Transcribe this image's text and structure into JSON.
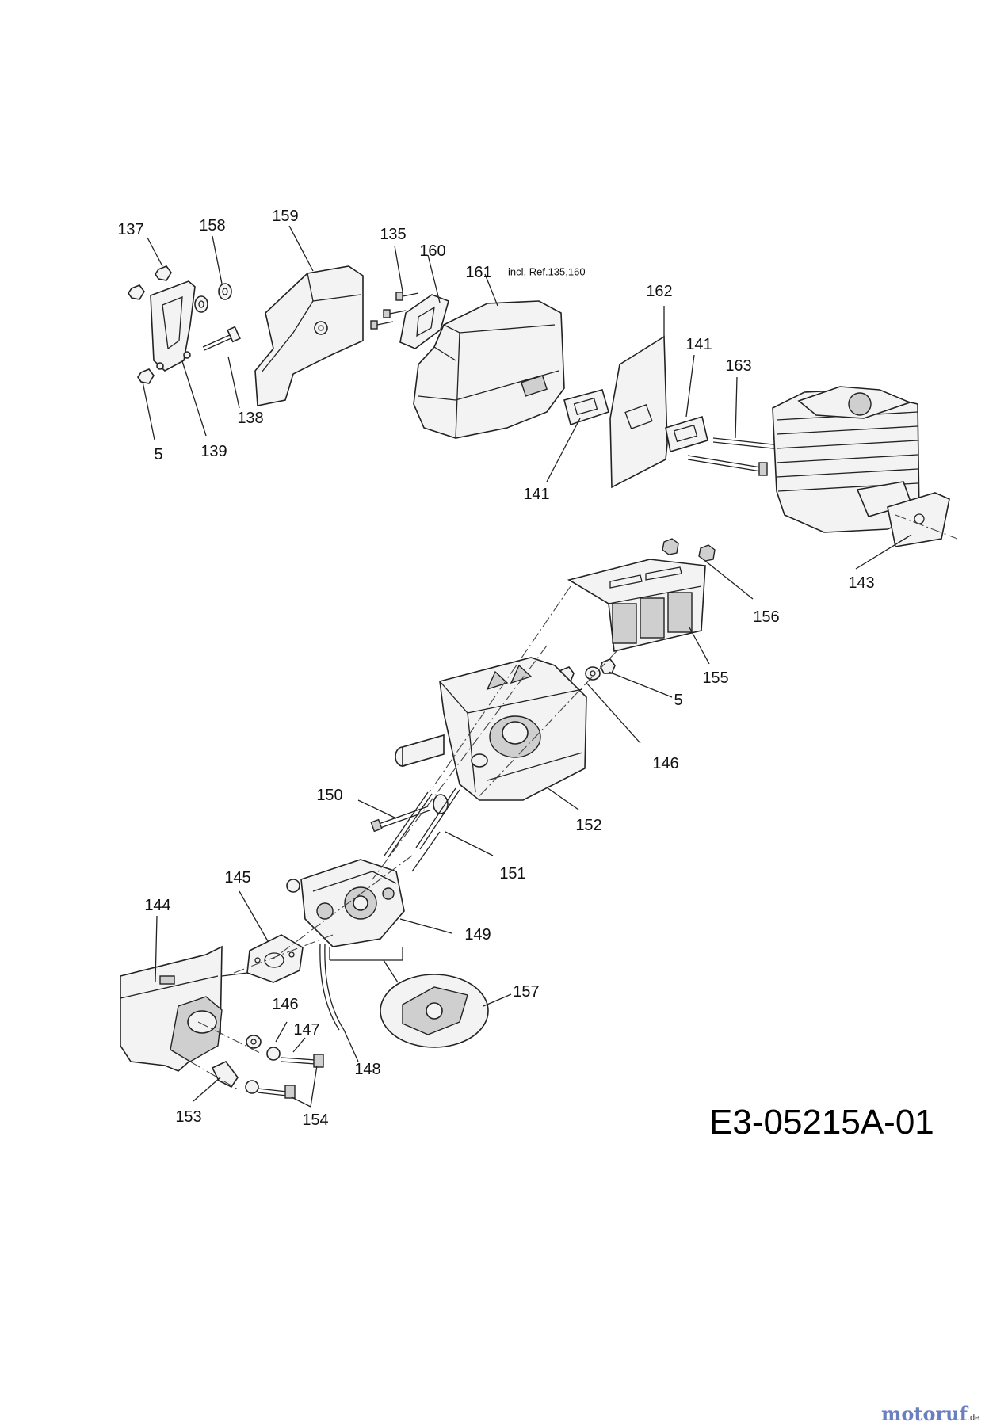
{
  "labels": {
    "l137": "137",
    "l158": "158",
    "l159": "159",
    "l135": "135",
    "l160": "160",
    "l161": "161",
    "note161": "incl. Ref.135,160",
    "l162": "162",
    "l141a": "141",
    "l163": "163",
    "l138": "138",
    "l5a": "5",
    "l139": "139",
    "l141b": "141",
    "l143": "143",
    "l156": "156",
    "l155": "155",
    "l5b": "5",
    "l146a": "146",
    "l150": "150",
    "l152": "152",
    "l151": "151",
    "l145": "145",
    "l144": "144",
    "l149": "149",
    "l157": "157",
    "l146b": "146",
    "l147": "147",
    "l148": "148",
    "l153": "153",
    "l154": "154"
  },
  "drawing_number": "E3-05215A-01",
  "watermark": {
    "name": "motoruf",
    "suffix": ".de"
  }
}
